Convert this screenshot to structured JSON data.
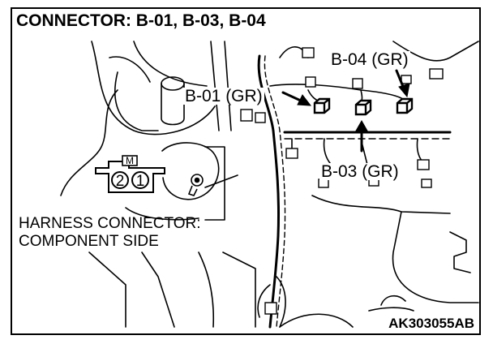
{
  "title": "CONNECTOR: B-01, B-03, B-04",
  "connectors": {
    "b01": "B-01 (GR)",
    "b03": "B-03 (GR)",
    "b04": "B-04 (GR)"
  },
  "harness_connector": {
    "line1": "HARNESS CONNECTOR:",
    "line2": "COMPONENT SIDE",
    "lock_tab": "M",
    "pins": [
      "2",
      "1"
    ]
  },
  "part_number": "AK303055AB"
}
